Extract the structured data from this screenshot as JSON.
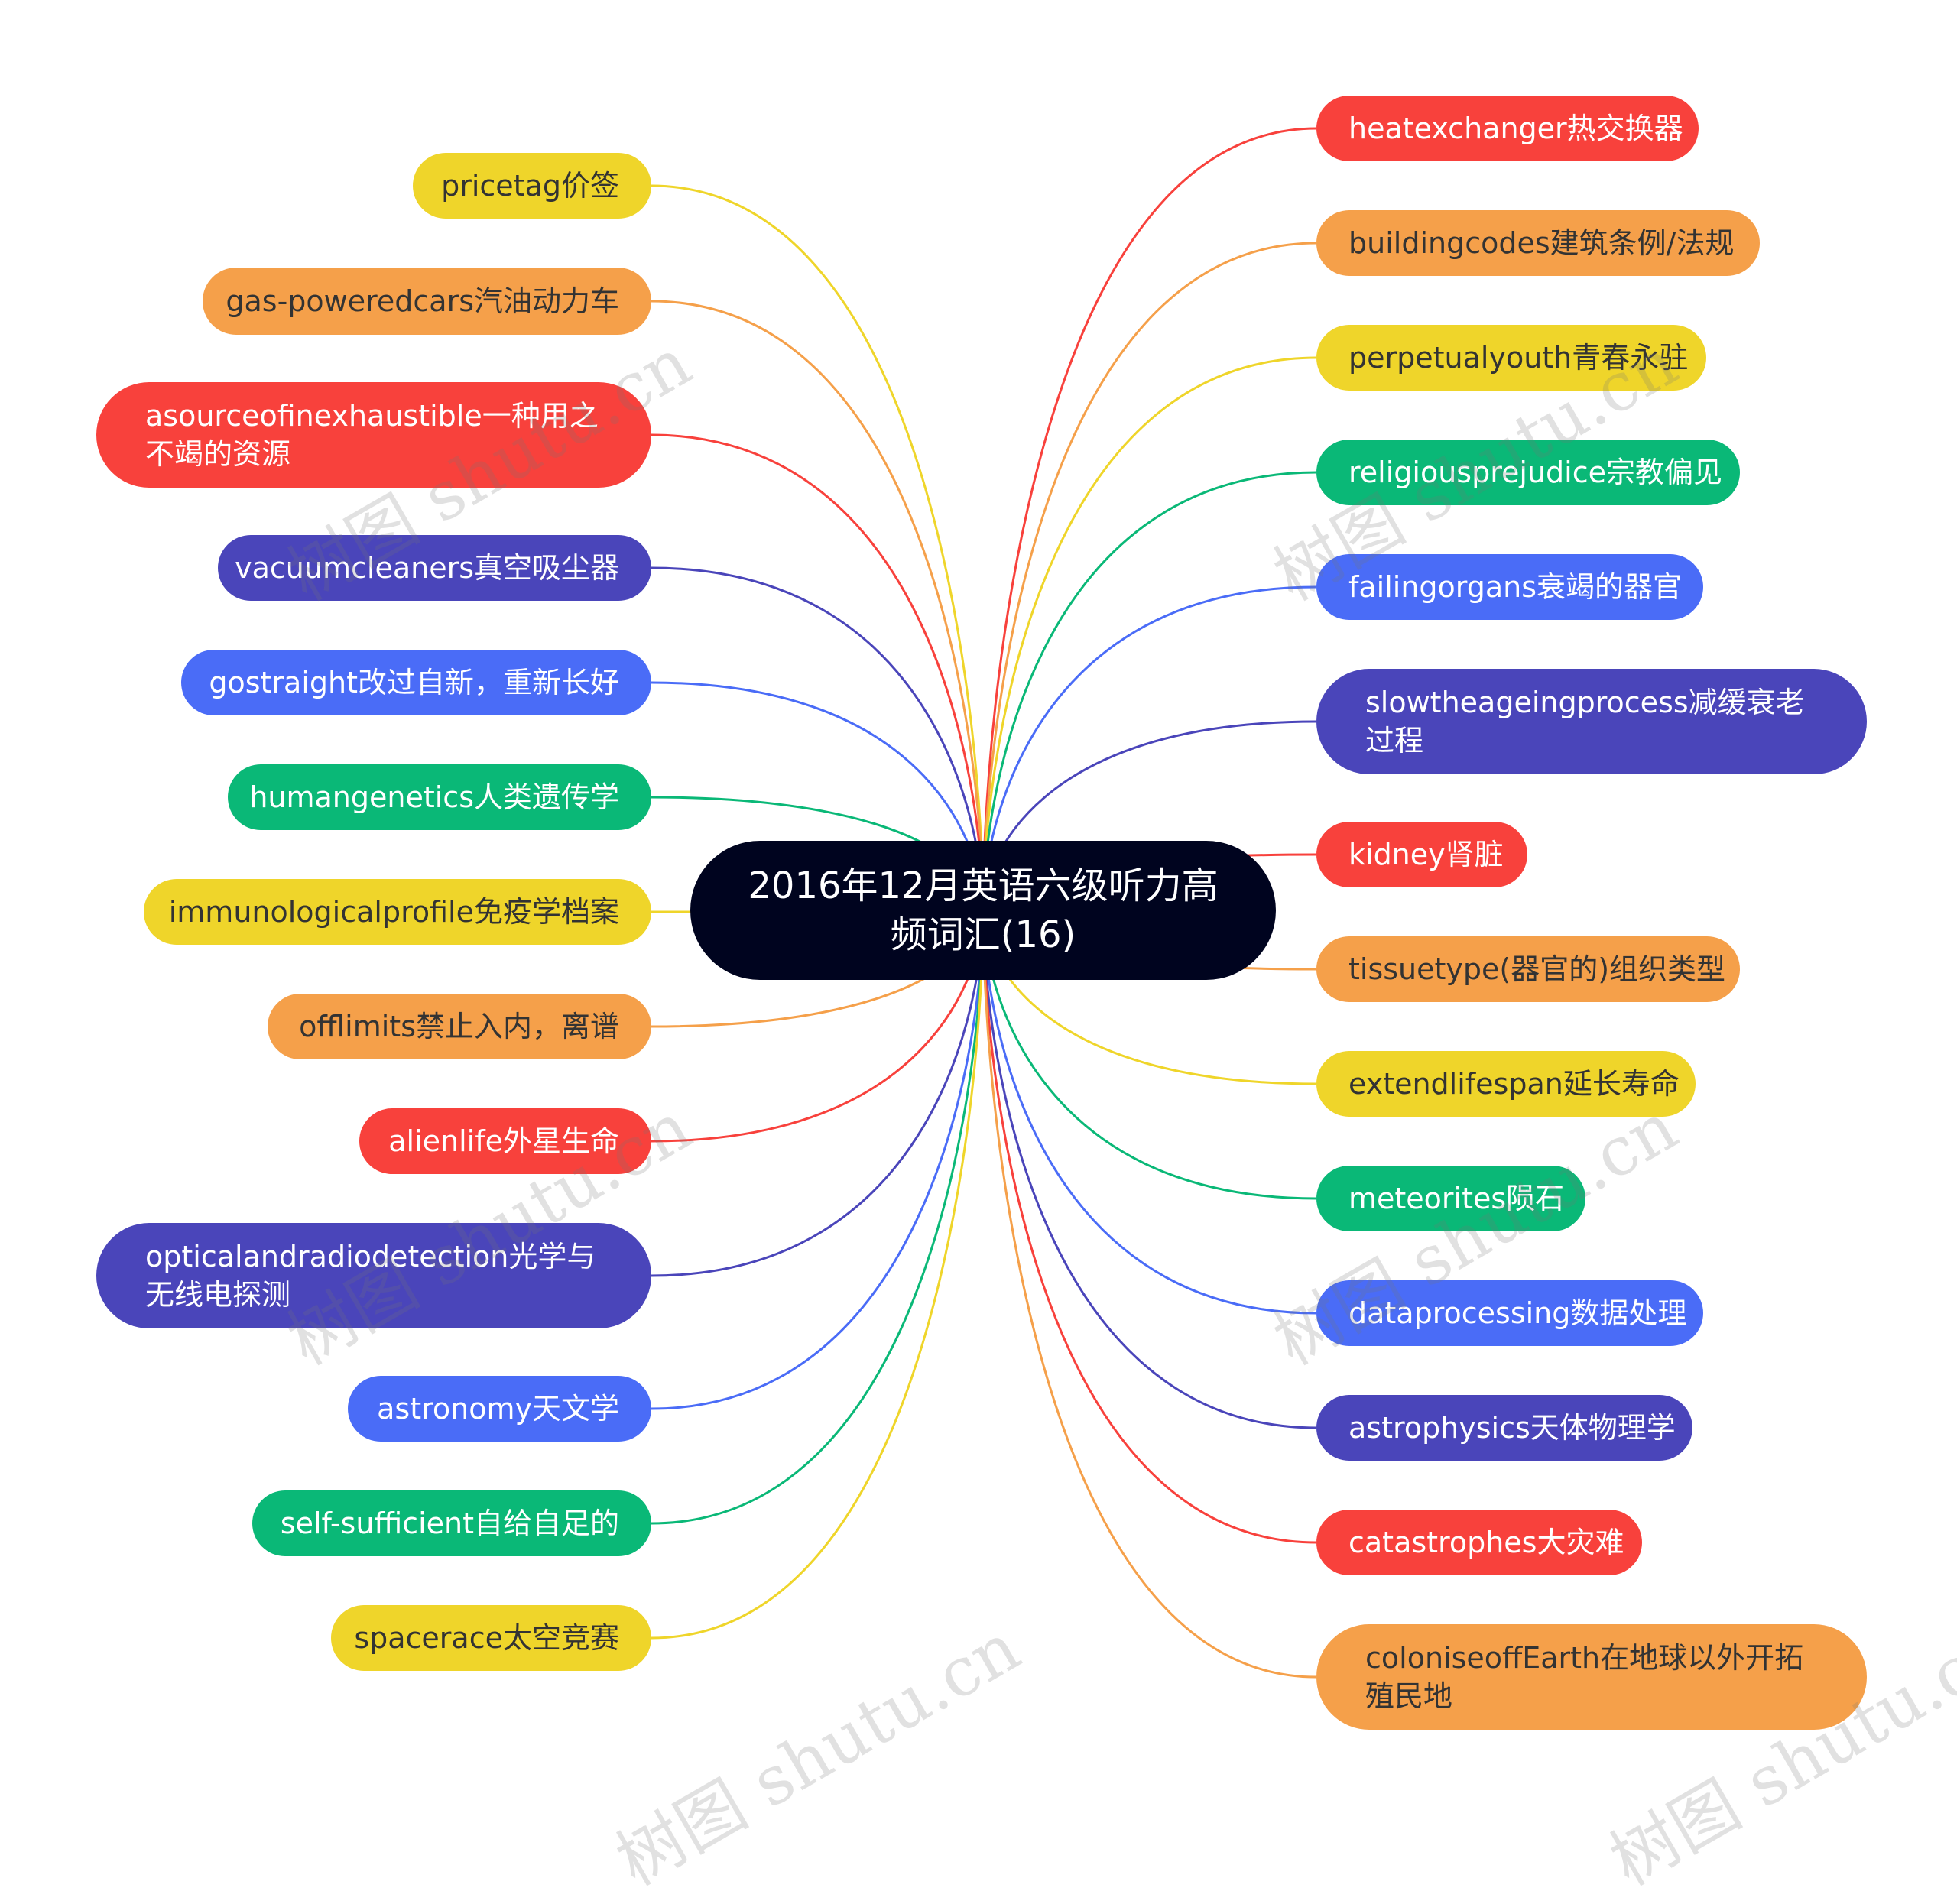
{
  "root": {
    "label": "2016年12月英语六级听力高频词汇(16)"
  },
  "colors": {
    "red": "#f8413c",
    "orange": "#f5a04a",
    "yellow": "#efd52a",
    "green": "#0ab877",
    "blue": "#4a6cf7",
    "indigo": "#4a45ba",
    "text_dark": "#333333",
    "text_light": "#ffffff",
    "root_bg": "#00041f"
  },
  "left_nodes": [
    {
      "label": "pricetag价签",
      "color": "yellow"
    },
    {
      "label": "gas-poweredcars汽油动力车",
      "color": "orange"
    },
    {
      "label": "asourceofinexhaustible一种用之不竭的资源",
      "color": "red"
    },
    {
      "label": "vacuumcleaners真空吸尘器",
      "color": "indigo"
    },
    {
      "label": "gostraight改过自新，重新长好",
      "color": "blue"
    },
    {
      "label": "humangenetics人类遗传学",
      "color": "green"
    },
    {
      "label": "immunologicalprofile免疫学档案",
      "color": "yellow"
    },
    {
      "label": "offlimits禁止入内，离谱",
      "color": "orange"
    },
    {
      "label": "alienlife外星生命",
      "color": "red"
    },
    {
      "label": "opticalandradiodetection光学与无线电探测",
      "color": "indigo"
    },
    {
      "label": "astronomy天文学",
      "color": "blue"
    },
    {
      "label": "self-sufficient自给自足的",
      "color": "green"
    },
    {
      "label": "spacerace太空竞赛",
      "color": "yellow"
    }
  ],
  "right_nodes": [
    {
      "label": "heatexchanger热交换器",
      "color": "red"
    },
    {
      "label": "buildingcodes建筑条例/法规",
      "color": "orange"
    },
    {
      "label": "perpetualyouth青春永驻",
      "color": "yellow"
    },
    {
      "label": "religiousprejudice宗教偏见",
      "color": "green"
    },
    {
      "label": "failingorgans衰竭的器官",
      "color": "blue"
    },
    {
      "label": "slowtheageingprocess减缓衰老过程",
      "color": "indigo"
    },
    {
      "label": "kidney肾脏",
      "color": "red"
    },
    {
      "label": "tissuetype(器官的)组织类型",
      "color": "orange"
    },
    {
      "label": "extendlifespan延长寿命",
      "color": "yellow"
    },
    {
      "label": "meteorites陨石",
      "color": "green"
    },
    {
      "label": "dataprocessing数据处理",
      "color": "blue"
    },
    {
      "label": "astrophysics天体物理学",
      "color": "indigo"
    },
    {
      "label": "catastrophes大灾难",
      "color": "red"
    },
    {
      "label": "coloniseoffEarth在地球以外开拓殖民地",
      "color": "orange"
    }
  ],
  "watermark": "树图 shutu.cn"
}
